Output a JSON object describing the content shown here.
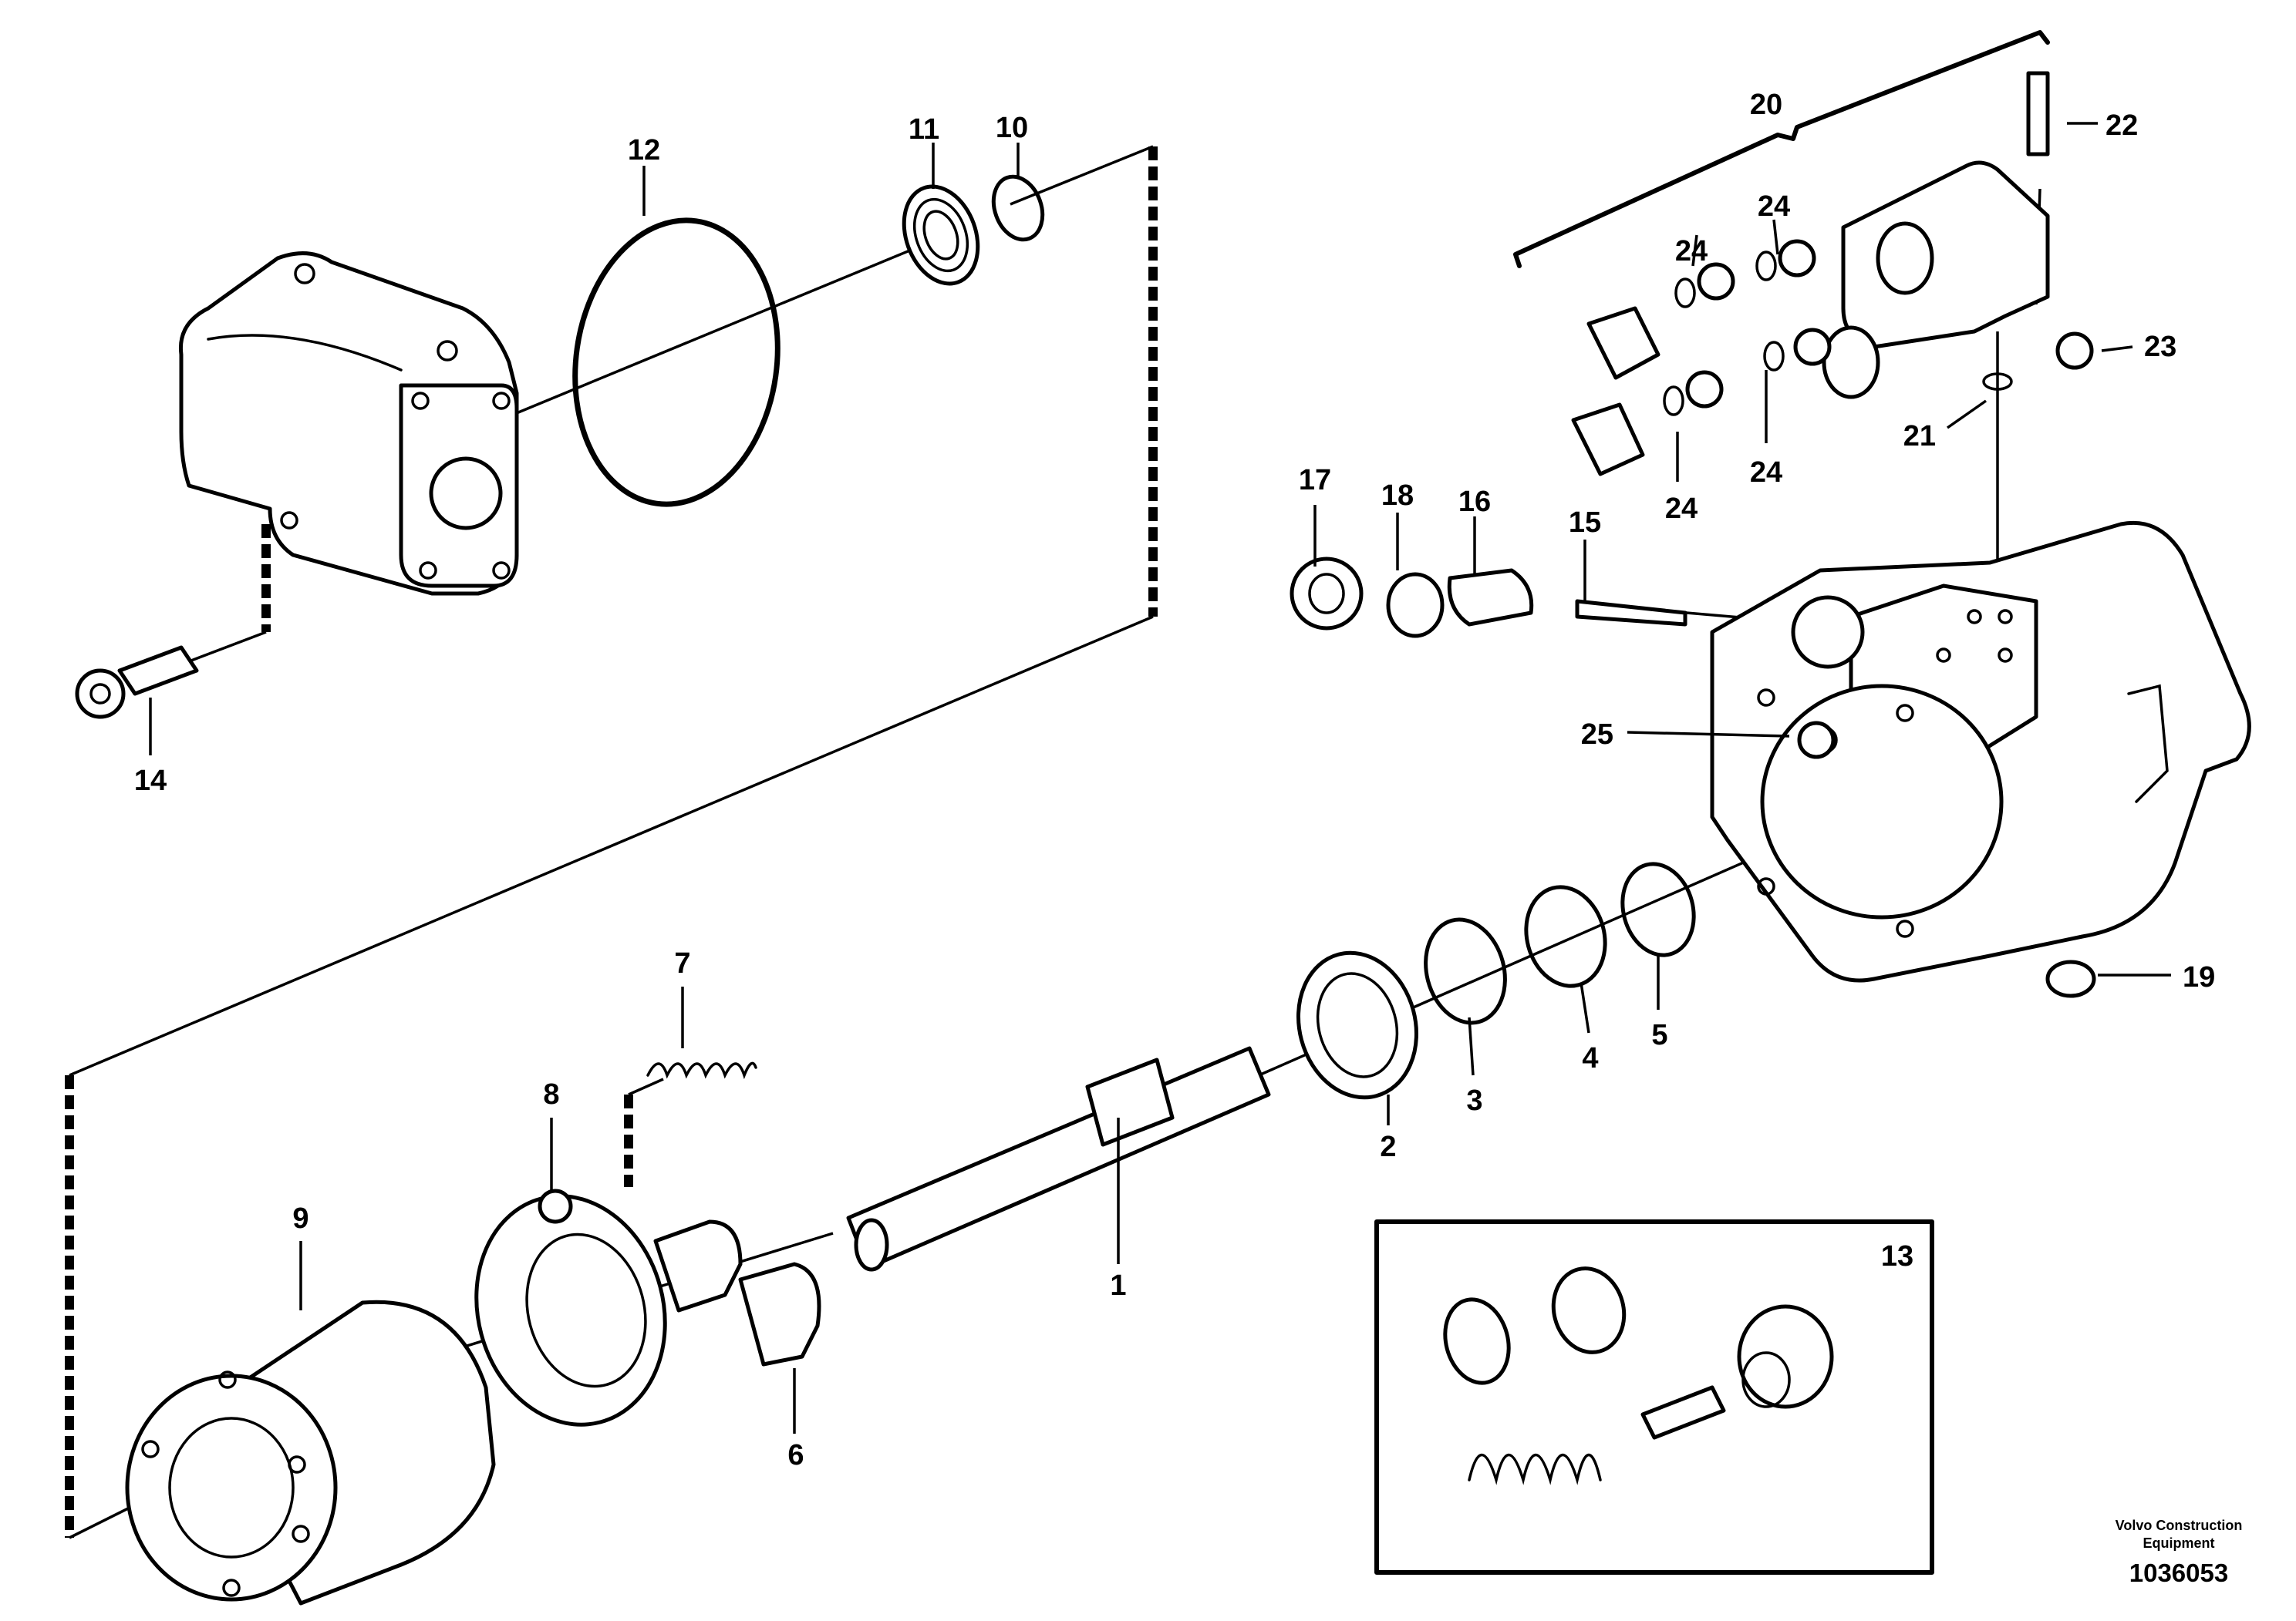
{
  "diagram": {
    "callouts": {
      "c1": "1",
      "c2": "2",
      "c3": "3",
      "c4": "4",
      "c5": "5",
      "c6": "6",
      "c7": "7",
      "c8": "8",
      "c9": "9",
      "c10": "10",
      "c11": "11",
      "c12": "12",
      "c13": "13",
      "c14": "14",
      "c15": "15",
      "c16": "16",
      "c17": "17",
      "c18": "18",
      "c19": "19",
      "c20": "20",
      "c21": "21",
      "c22": "22",
      "c23": "23",
      "c24a": "24",
      "c24b": "24",
      "c24c": "24",
      "c24d": "24",
      "c25": "25"
    },
    "credit_line1": "Volvo Construction",
    "credit_line2": "Equipment",
    "document_number": "1036053"
  }
}
